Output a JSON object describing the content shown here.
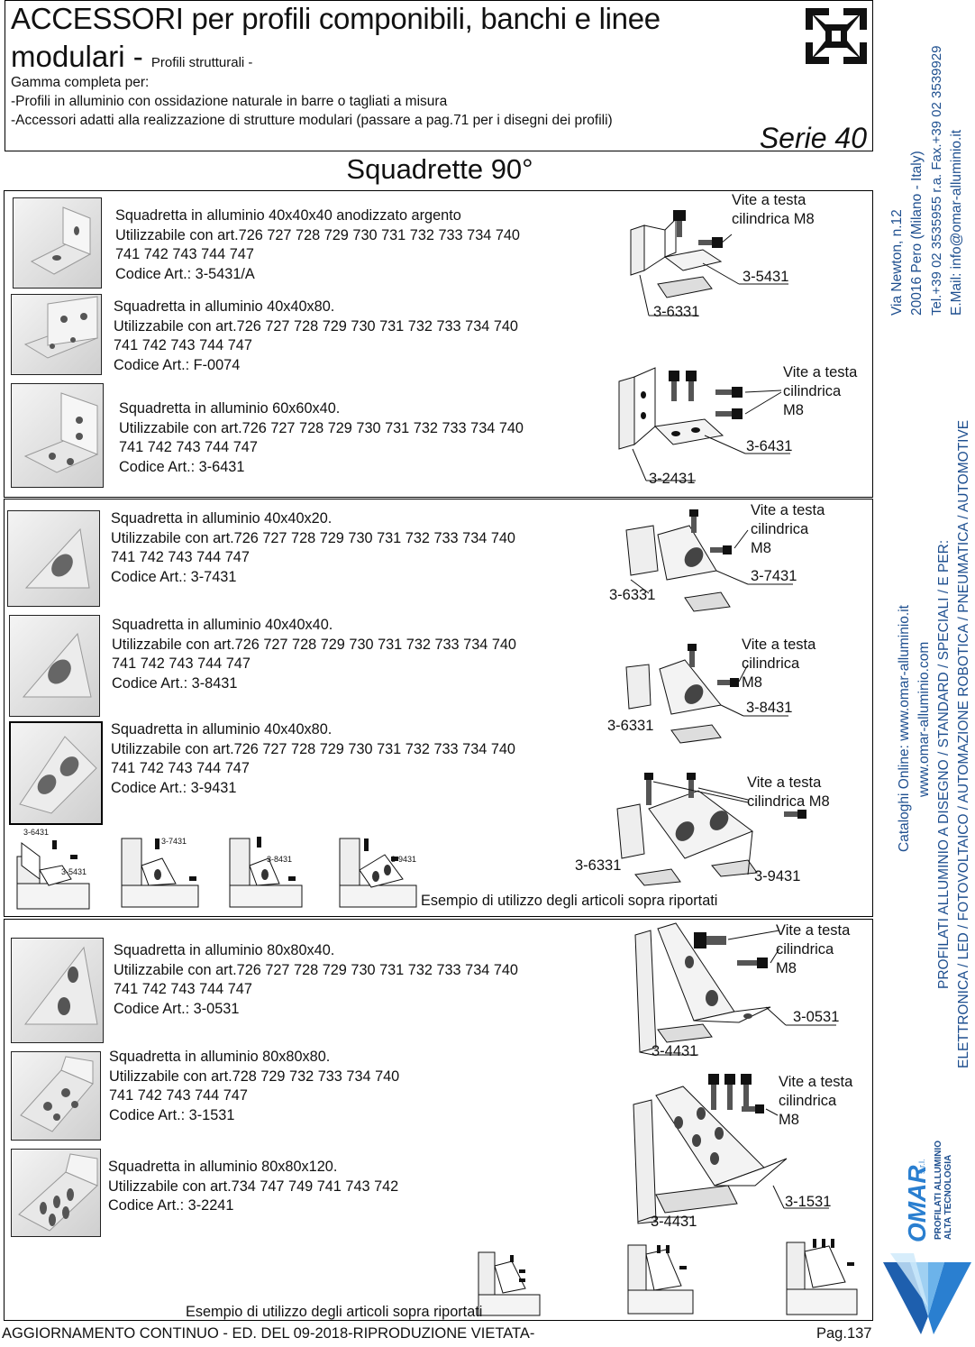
{
  "header": {
    "title_line1": "ACCESSORI per profili componibili, banchi e linee",
    "title_line2": "modulari - ",
    "title_sub": "Profili strutturali -",
    "lines": [
      "Gamma completa per:",
      "-Profili in alluminio con ossidazione naturale in barre o tagliati a misura",
      "-Accessori adatti alla realizzazione di strutture modulari (passare a pag.71 per i disegni dei profili)"
    ],
    "series": "Serie 40"
  },
  "section_title": "Squadrette 90°",
  "products": [
    {
      "lines": [
        "Squadretta in alluminio 40x40x40 anodizzato argento",
        "Utilizzabile con art.726 727 728 729 730 731 732 733 734 740",
        "741 742 743 744 747",
        "Codice Art.: 3-5431/A"
      ]
    },
    {
      "lines": [
        "Squadretta in alluminio 40x40x80.",
        "Utilizzabile con art.726 727 728 729 730 731 732 733 734 740",
        "741 742 743 744 747",
        "Codice Art.: F-0074"
      ]
    },
    {
      "lines": [
        "Squadretta in alluminio 60x60x40.",
        "Utilizzabile con art.726 727 728 729 730 731 732 733 734 740",
        "741 742 743 744 747",
        "Codice Art.: 3-6431"
      ]
    },
    {
      "lines": [
        "Squadretta in alluminio 40x40x20.",
        "Utilizzabile con art.726 727 728 729 730 731 732 733 734 740",
        "741 742 743 744 747",
        "Codice Art.: 3-7431"
      ]
    },
    {
      "lines": [
        "Squadretta in alluminio 40x40x40.",
        "Utilizzabile con art.726 727 728 729 730 731 732 733 734 740",
        "741 742 743 744 747",
        "Codice Art.: 3-8431"
      ]
    },
    {
      "lines": [
        "Squadretta in alluminio 40x40x80.",
        "Utilizzabile con art.726 727 728 729 730 731 732 733 734 740",
        "741 742 743 744 747",
        "Codice Art.: 3-9431"
      ]
    },
    {
      "lines": [
        "Squadretta in alluminio 80x80x40.",
        "Utilizzabile con art.726 727 728 729 730 731 732 733 734 740",
        "741 742 743 744 747",
        "Codice Art.: 3-0531"
      ]
    },
    {
      "lines": [
        "Squadretta in alluminio 80x80x80.",
        "Utilizzabile con art.728 729 732 733 734 740",
        "741 742 743 744 747",
        "Codice Art.: 3-1531"
      ]
    },
    {
      "lines": [
        "Squadretta in alluminio 80x80x120.",
        "Utilizzabile con art.734 747 749 741 743 742",
        "Codice Art.: 3-2241"
      ]
    }
  ],
  "diagrams": {
    "vite_short": [
      "Vite a testa",
      "cilindrica M8"
    ],
    "vite_long": [
      "Vite a testa",
      "cilindrica",
      "M8"
    ],
    "codes": {
      "d1a": "3-5431",
      "d1b": "3-6331",
      "d2a": "3-6431",
      "d2b": "3-2431",
      "d3a": "3-7431",
      "d3b": "3-6331",
      "d4a": "3-8431",
      "d4b": "3-6331",
      "d5a": "3-9431",
      "d5b": "3-6331",
      "d6a": "3-0531",
      "d6b": "3-4431",
      "d7a": "3-1531",
      "d7b": "3-4431"
    },
    "small": {
      "s1a": "3-6431",
      "s1b": "3-5431",
      "s2": "3-7431",
      "s3": "3-8431",
      "s4": "3-9431"
    }
  },
  "example_text": "Esempio di utilizzo degli articoli sopra riportati",
  "sidebar": {
    "address": [
      "Via Newton, n.12",
      "20016 Pero (Milano - Italy)",
      "Tel.+39 02 3535955 r.a. Fax.+39 02 3539929",
      "E.Mail: info@omar-alluminio.it"
    ],
    "catalog": [
      "Cataloghi Online: www.omar-alluminio.it",
      "www.omar-alluminio.com"
    ],
    "profile_lines": [
      "PROFILATI ALLUMINIO A DISEGNO / STANDARD / SPECIALI / E PER:",
      "ELETTRONICA / LED / FOTOVOLTAICO / AUTOMAZIONE ROBOTICA / PNEUMATICA / AUTOMOTIVE"
    ],
    "brand": "OMAR",
    "brand_suffix": "s.r.l.",
    "brand_tag": [
      "PROFILATI ALLUMINIO",
      "ALTA TECNOLOGIA"
    ]
  },
  "footer": {
    "left": "AGGIORNAMENTO CONTINUO - ED. DEL 09-2018-RIPRODUZIONE VIETATA-",
    "page": "Pag.137"
  },
  "colors": {
    "sidebar_text": "#1e4f8f",
    "logo_blue": "#2a7fd0"
  }
}
